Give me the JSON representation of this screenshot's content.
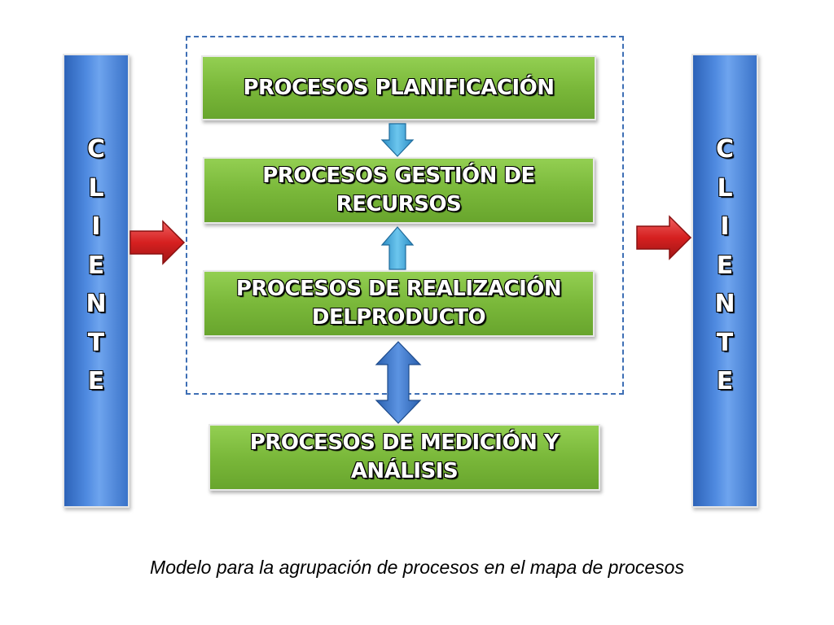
{
  "client_left": {
    "letters": [
      "C",
      "L",
      "I",
      "E",
      "N",
      "T",
      "E"
    ]
  },
  "client_right": {
    "letters": [
      "C",
      "L",
      "I",
      "E",
      "N",
      "T",
      "E"
    ]
  },
  "boxes": [
    {
      "lines": [
        "PROCESOS PLANIFICACIÓN"
      ]
    },
    {
      "lines": [
        "PROCESOS GESTIÓN DE",
        "RECURSOS"
      ]
    },
    {
      "lines": [
        "PROCESOS DE REALIZACIÓN",
        "DELPRODUCTO"
      ]
    },
    {
      "lines": [
        "PROCESOS DE MEDICIÓN Y",
        "ANÁLISIS"
      ]
    }
  ],
  "caption": "Modelo para la agrupación de procesos en el mapa de procesos",
  "colors": {
    "box_green": "#7ab83a",
    "client_blue": "#4f8ae0",
    "input_arrow_red": "#d62020",
    "small_arrow_blue": "#3aa8d8",
    "double_arrow_blue": "#3a73c9",
    "frame_dash": "#3e6fb5"
  },
  "icons": {
    "input_arrow": "red-right-arrow",
    "output_arrow": "red-right-arrow",
    "planning_to_resources": "down-arrow",
    "realization_to_resources": "up-arrow",
    "realization_measurement": "up-down-arrow"
  }
}
